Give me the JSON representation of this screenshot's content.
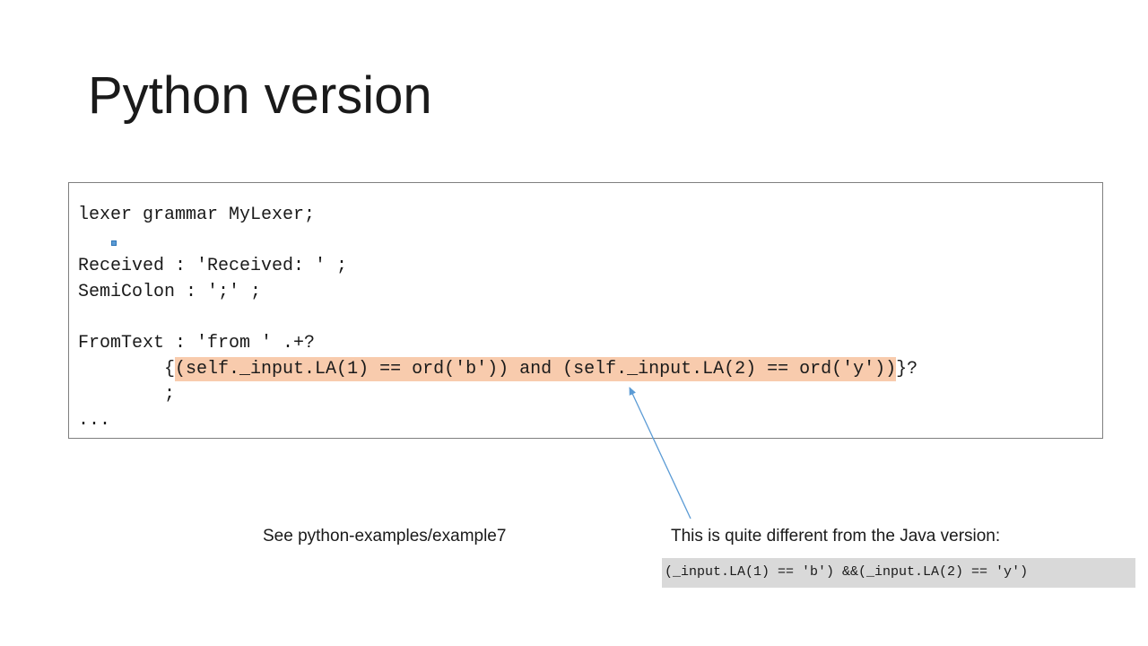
{
  "slide": {
    "title": "Python version"
  },
  "code": {
    "line1": "lexer grammar MyLexer;",
    "line2": "Received : 'Received: ' ;",
    "line3": "SemiColon : ';' ;",
    "line4": "FromText : 'from ' .+?",
    "line5_prefix": "        {",
    "line5_highlight": "(self._input.LA(1) == ord('b')) and (self._input.LA(2) == ord('y'))",
    "line5_suffix": "}?",
    "line6": "        ;",
    "line7": "..."
  },
  "captions": {
    "see_examples": "See python-examples/example7",
    "java_note": "This is quite different from the Java version:"
  },
  "java_code": {
    "text": "(_input.LA(1) == 'b') &&(_input.LA(2) == 'y')"
  },
  "colors": {
    "highlight": "#f8cbad",
    "arrow": "#5b9bd5",
    "java_box": "#d9d9d9",
    "code_border": "#7f7f7f"
  }
}
